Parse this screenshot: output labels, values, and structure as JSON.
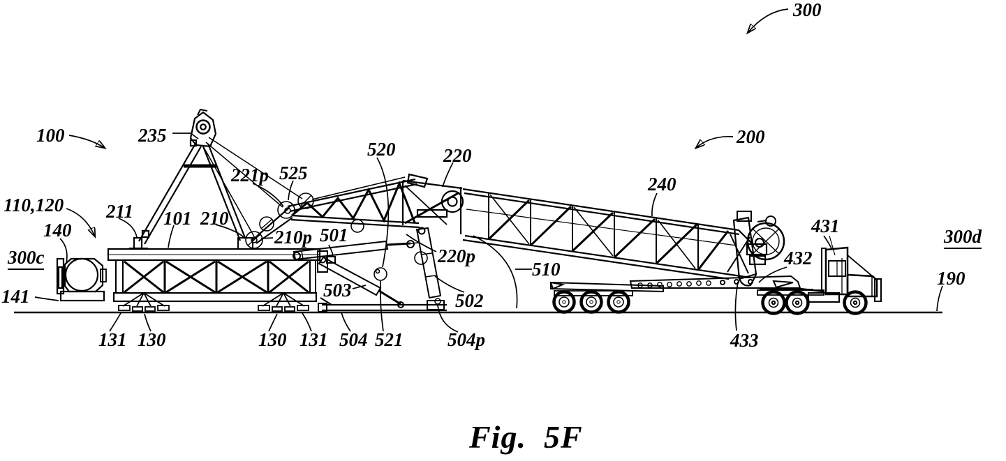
{
  "figure": {
    "caption": "Fig.  5F",
    "colors": {
      "ink": "#000000",
      "paper": "#ffffff"
    }
  },
  "labels": {
    "ref_300": "300",
    "ref_200": "200",
    "ref_100": "100",
    "ref_235": "235",
    "ref_110_120": "110,120",
    "ref_140": "140",
    "ref_300c": "300c",
    "ref_141": "141",
    "ref_211": "211",
    "ref_101": "101",
    "ref_210": "210",
    "ref_221p": "221p",
    "ref_525": "525",
    "ref_210p": "210p",
    "ref_501": "501",
    "ref_520": "520",
    "ref_220": "220",
    "ref_220p": "220p",
    "ref_502": "502",
    "ref_503": "503",
    "ref_510": "510",
    "ref_240": "240",
    "ref_431": "431",
    "ref_432": "432",
    "ref_300d": "300d",
    "ref_190": "190",
    "ref_433": "433",
    "ref_131_left": "131",
    "ref_130_left": "130",
    "ref_130_right": "130",
    "ref_131_right": "131",
    "ref_504": "504",
    "ref_521": "521",
    "ref_504p": "504p"
  }
}
